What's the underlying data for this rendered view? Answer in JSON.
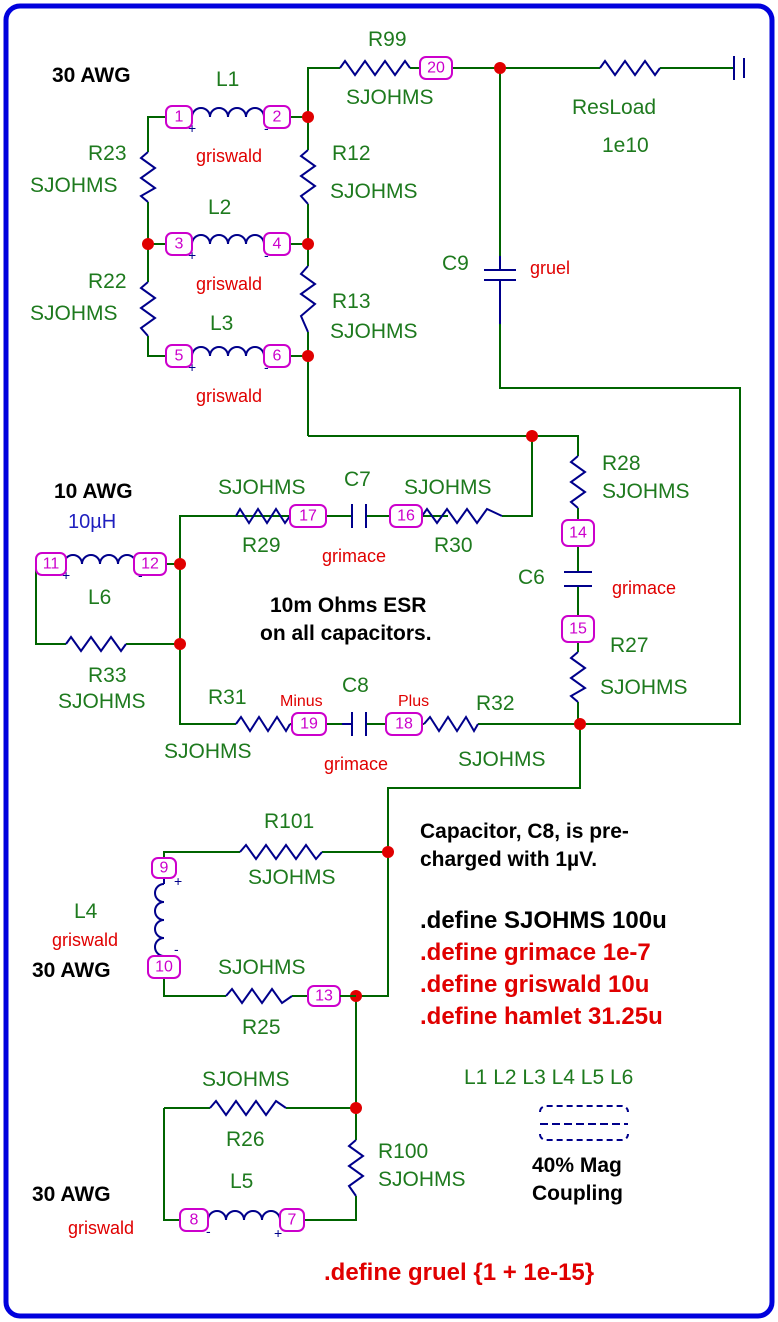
{
  "wire_labels": {
    "awg_30_top": "30 AWG",
    "awg_10": "10 AWG",
    "awg_30_mid": "30 AWG",
    "awg_30_bot": "30 AWG"
  },
  "components": {
    "L1": {
      "name": "L1",
      "model": "griswald",
      "node_a": "1",
      "node_b": "2"
    },
    "L2": {
      "name": "L2",
      "model": "griswald",
      "node_a": "3",
      "node_b": "4"
    },
    "L3": {
      "name": "L3",
      "model": "griswald",
      "node_a": "5",
      "node_b": "6"
    },
    "L4": {
      "name": "L4",
      "model": "griswald",
      "node_a": "9",
      "node_b": "10"
    },
    "L5": {
      "name": "L5",
      "model": "griswald",
      "node_a": "8",
      "node_b": "7"
    },
    "L6": {
      "name": "L6",
      "value": "10µH",
      "node_a": "11",
      "node_b": "12"
    },
    "R99": {
      "name": "R99",
      "value": "SJOHMS",
      "node": "20"
    },
    "ResLoad": {
      "name": "ResLoad",
      "value": "1e10"
    },
    "R23": {
      "name": "R23",
      "value": "SJOHMS"
    },
    "R22": {
      "name": "R22",
      "value": "SJOHMS"
    },
    "R12": {
      "name": "R12",
      "value": "SJOHMS"
    },
    "R13": {
      "name": "R13",
      "value": "SJOHMS"
    },
    "C9": {
      "name": "C9",
      "model": "gruel"
    },
    "R28": {
      "name": "R28",
      "value": "SJOHMS",
      "node": "14"
    },
    "C6": {
      "name": "C6",
      "model": "grimace"
    },
    "R27": {
      "name": "R27",
      "value": "SJOHMS",
      "node": "15"
    },
    "C7": {
      "name": "C7",
      "model": "grimace"
    },
    "R29": {
      "name": "R29",
      "value": "SJOHMS",
      "node": "17"
    },
    "R30": {
      "name": "R30",
      "value": "SJOHMS",
      "node": "16"
    },
    "R33": {
      "name": "R33",
      "value": "SJOHMS"
    },
    "C8": {
      "name": "C8",
      "model": "grimace",
      "minus": "Minus",
      "plus": "Plus"
    },
    "R31": {
      "name": "R31",
      "value": "SJOHMS",
      "node": "19"
    },
    "R32": {
      "name": "R32",
      "value": "SJOHMS",
      "node": "18"
    },
    "R101": {
      "name": "R101",
      "value": "SJOHMS"
    },
    "R25": {
      "name": "R25",
      "value": "SJOHMS",
      "node": "13"
    },
    "R26": {
      "name": "R26",
      "value": "SJOHMS"
    },
    "R100": {
      "name": "R100",
      "value": "SJOHMS"
    }
  },
  "notes": {
    "esr_line1": "10m Ohms ESR",
    "esr_line2": "on all capacitors.",
    "precharge_line1": "Capacitor, C8, is pre-",
    "precharge_line2": "charged with 1µV.",
    "coupling_list": "L1 L2 L3 L4 L5 L6",
    "coupling_line1": "40% Mag",
    "coupling_line2": "Coupling"
  },
  "defines": [
    {
      "text": ".define SJOHMS 100u",
      "color": "#000000"
    },
    {
      "text": ".define grimace 1e-7",
      "color": "#e00000"
    },
    {
      "text": ".define griswald 10u",
      "color": "#e00000"
    },
    {
      "text": ".define hamlet 31.25u",
      "color": "#e00000"
    }
  ],
  "define_gruel": ".define gruel {1 + 1e-15}",
  "colors": {
    "frame": "#0000dd",
    "wire": "#006400",
    "component": "#00008b",
    "node_marker": "#cc00cc",
    "junction": "#e00000",
    "label": "#1e7a1e",
    "define_red": "#e00000"
  }
}
